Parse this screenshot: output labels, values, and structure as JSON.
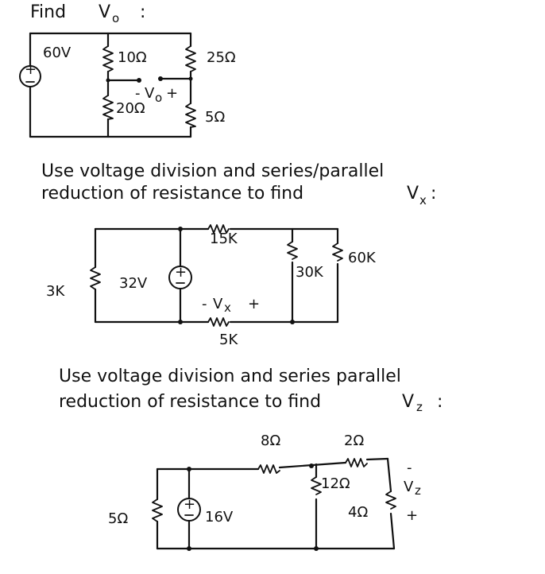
{
  "problem1": {
    "heading": "Find",
    "heading_var": "V",
    "heading_sub": "o",
    "heading_colon": ":",
    "source": "60V",
    "r1": "10Ω",
    "r2": "25Ω",
    "r3": "20Ω",
    "r4": "5Ω",
    "vo_minus": "-",
    "vo_label": "V",
    "vo_sub": "o",
    "vo_plus": "+"
  },
  "problem2": {
    "line1": "Use voltage division and series/parallel",
    "line2": "reduction of resistance to find",
    "target_var": "V",
    "target_sub": "x",
    "target_colon": ":",
    "r_left": "3K",
    "source": "32V",
    "r_top": "15K",
    "r_bottom": "5K",
    "r_mid": "30K",
    "r_right": "60K",
    "vx_minus": "-",
    "vx_label": "V",
    "vx_sub": "x",
    "vx_plus": "+"
  },
  "problem3": {
    "line1": "Use voltage division and series parallel",
    "line2": "reduction of resistance to find",
    "target_var": "V",
    "target_sub": "z",
    "target_colon": ":",
    "r_left": "5Ω",
    "source": "16V",
    "r_top1": "8Ω",
    "r_top2": "2Ω",
    "r_mid": "12Ω",
    "r_right": "4Ω",
    "vz_minus": "-",
    "vz_label": "V",
    "vz_sub": "z",
    "vz_plus": "+"
  }
}
